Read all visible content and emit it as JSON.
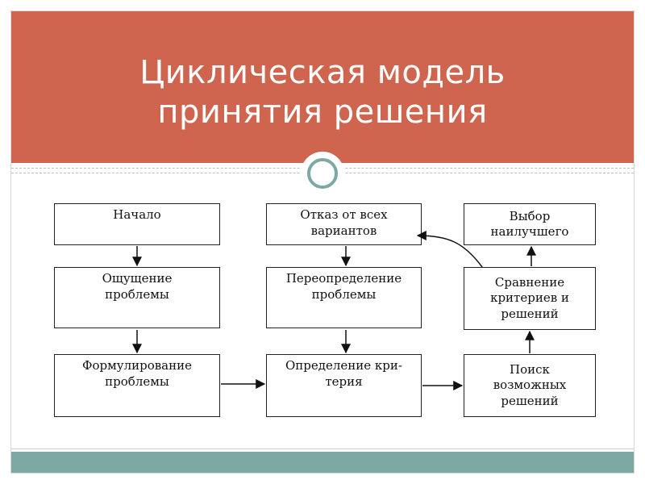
{
  "slide": {
    "title": "Циклическая модель\nпринятия решения",
    "colors": {
      "header": "#cf654f",
      "accent": "#7ea8a4",
      "title_text": "#ffffff",
      "box_border": "#222222"
    }
  },
  "diagram": {
    "nodes": {
      "start": "Начало",
      "sensing": "Ощущение\nпроблемы",
      "formulating": "Формулирование\nпроблемы",
      "criteria": "Определение кри-\nтерия",
      "redefinition": "Переопределение\nпроблемы",
      "rejection": "Отказ от всех\nвариантов",
      "search": "Поиск\nвозможных\nрешений",
      "comparison": "Сравнение\nкритериев и\nрешений",
      "best_choice": "Выбор\nнаилучшего"
    },
    "edges": [
      [
        "start",
        "sensing"
      ],
      [
        "sensing",
        "formulating"
      ],
      [
        "formulating",
        "criteria"
      ],
      [
        "criteria",
        "search"
      ],
      [
        "search",
        "comparison"
      ],
      [
        "comparison",
        "best_choice"
      ],
      [
        "comparison",
        "rejection"
      ],
      [
        "rejection",
        "redefinition"
      ],
      [
        "redefinition",
        "criteria"
      ]
    ]
  }
}
